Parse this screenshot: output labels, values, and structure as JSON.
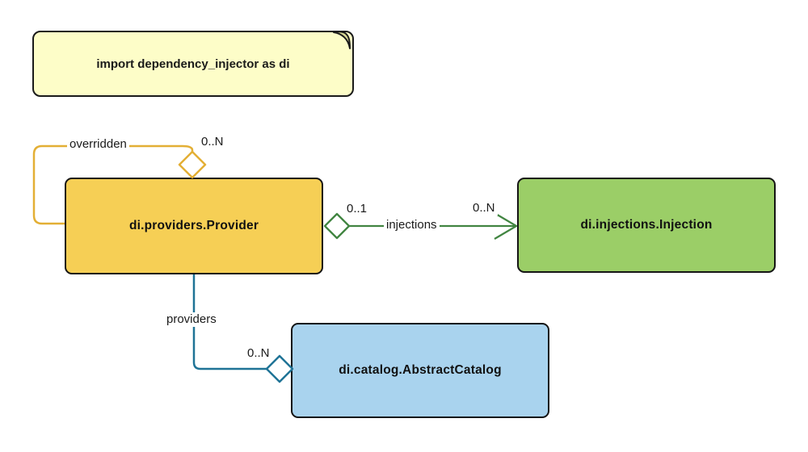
{
  "note": {
    "text": "import dependency_injector as di",
    "fill": "#FDFDC8",
    "fold_fill": "#D6D692",
    "border_color": "#1A1A1A"
  },
  "classes": [
    {
      "name": "provider",
      "label": "di.providers.Provider",
      "fill": "#F6CF55"
    },
    {
      "name": "injection",
      "label": "di.injections.Injection",
      "fill": "#9BCE67"
    },
    {
      "name": "catalog",
      "label": "di.catalog.AbstractCatalog",
      "fill": "#A9D3EE"
    }
  ],
  "relations": [
    {
      "name": "overridden",
      "label": "overridden",
      "multiplicity": "0..N",
      "color": "#E3AF35",
      "kind": "self-aggregation",
      "from": "di.providers.Provider",
      "to": "di.providers.Provider"
    },
    {
      "name": "injections",
      "label": "injections",
      "multiplicity_source": "0..1",
      "multiplicity_target": "0..N",
      "color": "#418541",
      "kind": "aggregation-arrow",
      "from": "di.providers.Provider",
      "to": "di.injections.Injection"
    },
    {
      "name": "providers",
      "label": "providers",
      "multiplicity": "0..N",
      "color": "#1F7396",
      "kind": "aggregation",
      "from": "di.providers.Provider",
      "to": "di.catalog.AbstractCatalog"
    }
  ]
}
